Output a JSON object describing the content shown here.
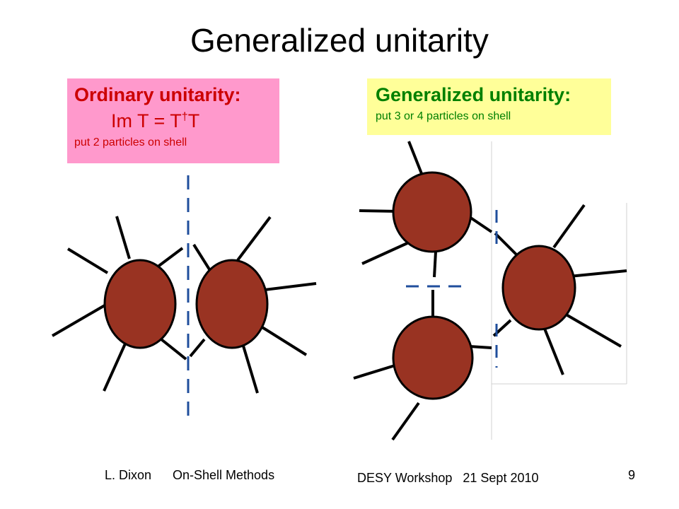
{
  "title": "Generalized unitarity",
  "ordinary_box": {
    "heading": "Ordinary unitarity:",
    "equation_lhs": "Im T = T",
    "equation_dagger": "†",
    "equation_rhs": "T",
    "subtitle": "put 2 particles on shell"
  },
  "generalized_box": {
    "heading": "Generalized unitarity:",
    "subtitle": "put 3 or 4 particles on shell"
  },
  "footer": {
    "author": "L. Dixon",
    "topic": "On-Shell Methods",
    "event": "DESY Workshop   21 Sept 2010",
    "page_number": "9"
  },
  "colors": {
    "blob_fill": "#993322",
    "cut_line": "#1f4e9c",
    "ordinary_box_bg": "#ff99cc",
    "generalized_box_bg": "#ffff99"
  }
}
